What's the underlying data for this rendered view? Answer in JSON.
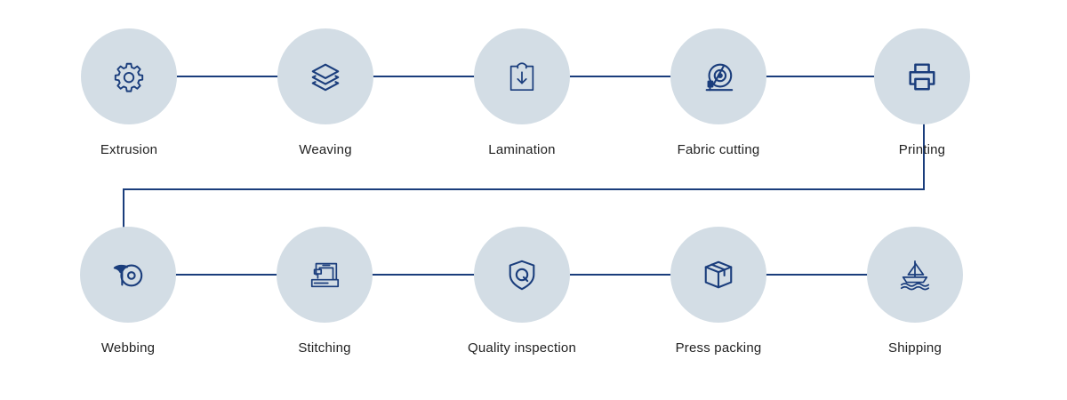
{
  "colors": {
    "line": "#1a3d7c",
    "circle": "#d3dde5",
    "icon": "#1a3d7c",
    "label": "#222222"
  },
  "rows": [
    {
      "steps": [
        {
          "label": "Extrusion",
          "icon": "gear-icon"
        },
        {
          "label": "Weaving",
          "icon": "layers-icon"
        },
        {
          "label": "Lamination",
          "icon": "clipboard-download-icon"
        },
        {
          "label": "Fabric cutting",
          "icon": "cutting-disc-icon"
        },
        {
          "label": "Printing",
          "icon": "printer-icon"
        }
      ]
    },
    {
      "steps": [
        {
          "label": "Webbing",
          "icon": "tape-roll-icon"
        },
        {
          "label": "Stitching",
          "icon": "sewing-machine-icon"
        },
        {
          "label": "Quality inspection",
          "icon": "shield-q-icon"
        },
        {
          "label": "Press packing",
          "icon": "package-box-icon"
        },
        {
          "label": "Shipping",
          "icon": "sailboat-icon"
        }
      ]
    }
  ]
}
